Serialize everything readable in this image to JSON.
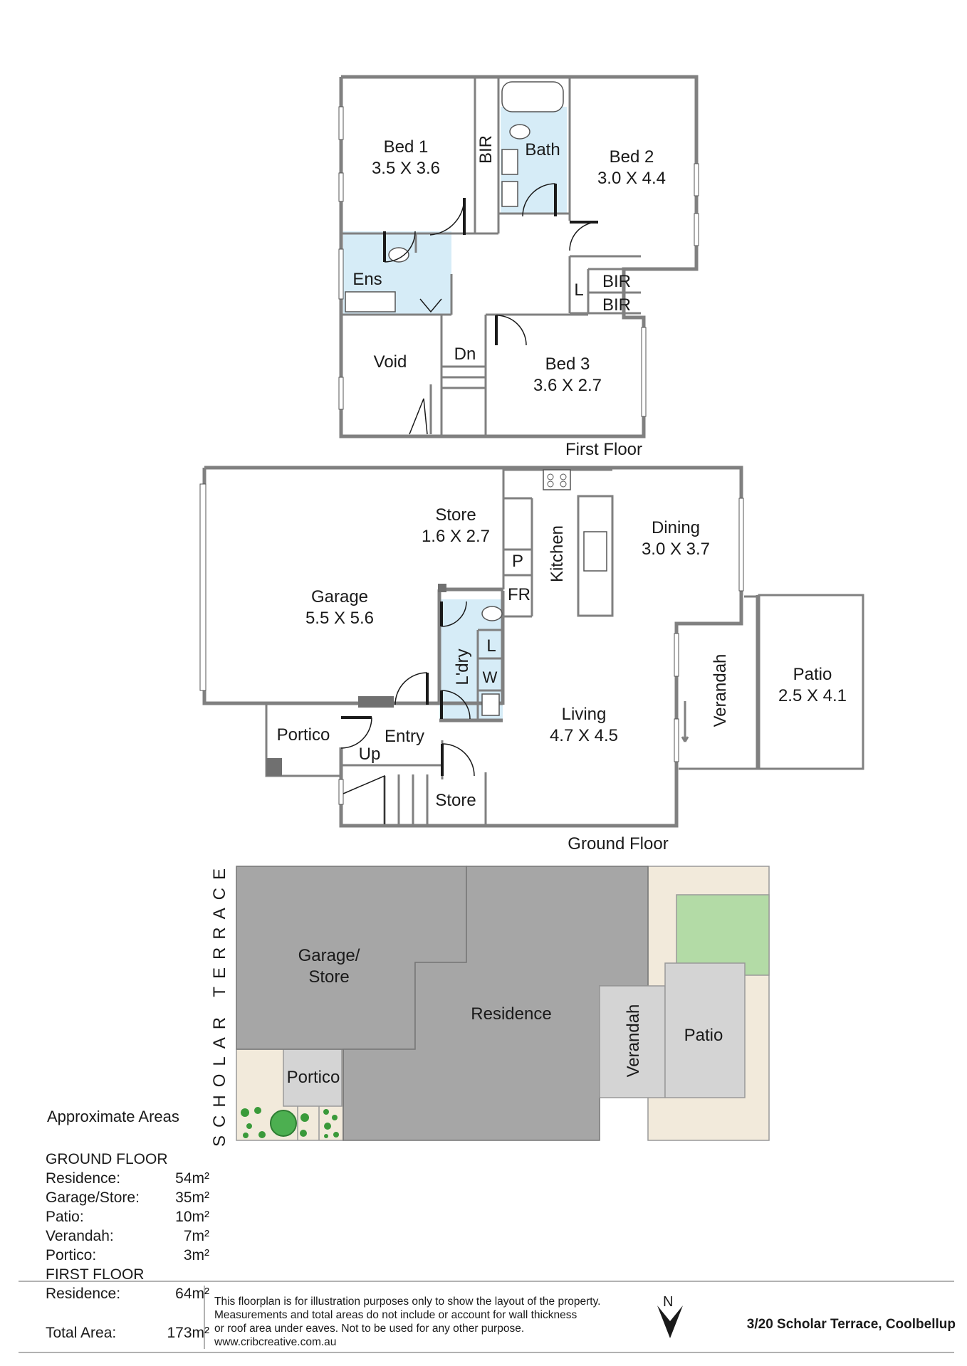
{
  "floors": {
    "first_floor": {
      "title": "First Floor",
      "rooms": {
        "bed1": {
          "name": "Bed 1",
          "dims": "3.5 X 3.6"
        },
        "bir_top": {
          "name": "BIR"
        },
        "bath": {
          "name": "Bath"
        },
        "bed2": {
          "name": "Bed 2",
          "dims": "3.0 X 4.4"
        },
        "ens": {
          "name": "Ens"
        },
        "linen": {
          "name": "L"
        },
        "bir_1": {
          "name": "BIR"
        },
        "bir_2": {
          "name": "BIR"
        },
        "void": {
          "name": "Void"
        },
        "dn": {
          "name": "Dn"
        },
        "bed3": {
          "name": "Bed 3",
          "dims": "3.6 X 2.7"
        }
      }
    },
    "ground_floor": {
      "title": "Ground Floor",
      "rooms": {
        "store_top": {
          "name": "Store",
          "dims": "1.6 X 2.7"
        },
        "garage": {
          "name": "Garage",
          "dims": "5.5 X 5.6"
        },
        "kitchen": {
          "name": "Kitchen"
        },
        "pantry": {
          "name": "P"
        },
        "fridge": {
          "name": "FR"
        },
        "dining": {
          "name": "Dining",
          "dims": "3.0 X 3.7"
        },
        "laundry": {
          "name": "L'dry"
        },
        "linen": {
          "name": "L"
        },
        "washer": {
          "name": "W"
        },
        "verandah": {
          "name": "Verandah"
        },
        "patio": {
          "name": "Patio",
          "dims": "2.5 X 4.1"
        },
        "living": {
          "name": "Living",
          "dims": "4.7 X 4.5"
        },
        "portico": {
          "name": "Portico"
        },
        "entry": {
          "name": "Entry"
        },
        "up": {
          "name": "Up"
        },
        "store_bottom": {
          "name": "Store"
        }
      }
    }
  },
  "site_plan": {
    "street": "SCHOLAR TERRACE",
    "garage_store": [
      "Garage/",
      "Store"
    ],
    "residence": "Residence",
    "verandah": "Verandah",
    "patio": "Patio",
    "portico": "Portico",
    "colors": {
      "building": "#a6a6a6",
      "outdoor": "#d4d4d4",
      "sand": "#f2eadb",
      "lawn": "#b3dba6",
      "tree": "#3a9a3a"
    }
  },
  "areas": {
    "title": "Approximate Areas",
    "ground_floor_heading": "GROUND FLOOR",
    "ground_floor": [
      {
        "label": "Residence:",
        "value": "54m²"
      },
      {
        "label": "Garage/Store:",
        "value": "35m²"
      },
      {
        "label": "Patio:",
        "value": "10m²"
      },
      {
        "label": "Verandah:",
        "value": "7m²"
      },
      {
        "label": "Portico:",
        "value": "3m²"
      }
    ],
    "first_floor_heading": "FIRST FLOOR",
    "first_floor": [
      {
        "label": "Residence:",
        "value": "64m²"
      }
    ],
    "total": {
      "label": "Total Area:",
      "value": "173m²"
    }
  },
  "footer": {
    "disclaimer_lines": [
      "This floorplan is for illustration purposes only to show the layout of the property.",
      "Measurements and total areas do not include or account for wall thickness",
      "or roof area under eaves. Not to be used for any other purpose.",
      "www.cribcreative.com.au"
    ],
    "north": "N",
    "address": "3/20 Scholar Terrace, Coolbellup"
  }
}
